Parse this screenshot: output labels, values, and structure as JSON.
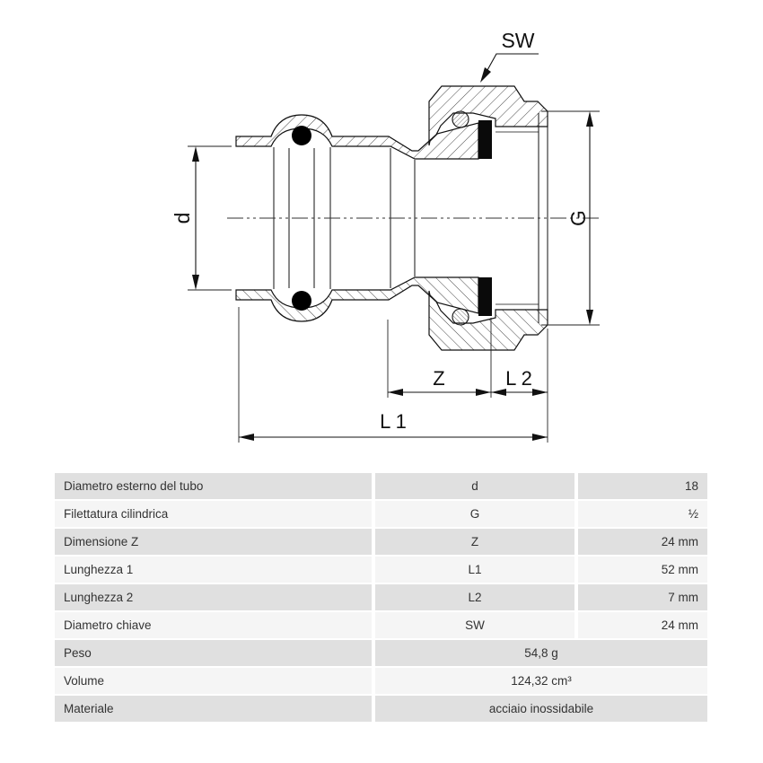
{
  "diagram": {
    "labels": {
      "sw": "SW",
      "d": "d",
      "g": "G",
      "z": "Z",
      "l2": "L 2",
      "l1": "L 1"
    }
  },
  "table": {
    "rows": [
      {
        "name": "Diametro esterno del tubo",
        "symbol": "d",
        "value": "18"
      },
      {
        "name": "Filettatura cilindrica",
        "symbol": "G",
        "value": "½"
      },
      {
        "name": "Dimensione Z",
        "symbol": "Z",
        "value": "24 mm"
      },
      {
        "name": "Lunghezza 1",
        "symbol": "L1",
        "value": "52 mm"
      },
      {
        "name": "Lunghezza 2",
        "symbol": "L2",
        "value": "7 mm"
      },
      {
        "name": "Diametro chiave",
        "symbol": "SW",
        "value": "24 mm"
      }
    ],
    "merged_rows": [
      {
        "name": "Peso",
        "value": "54,8 g"
      },
      {
        "name": "Volume",
        "value": "124,32 cm³"
      },
      {
        "name": "Materiale",
        "value": "acciaio inossidabile"
      }
    ]
  },
  "colors": {
    "row_dark": "#e0e0e0",
    "row_light": "#f5f5f5",
    "line": "#111111",
    "text": "#333333"
  }
}
